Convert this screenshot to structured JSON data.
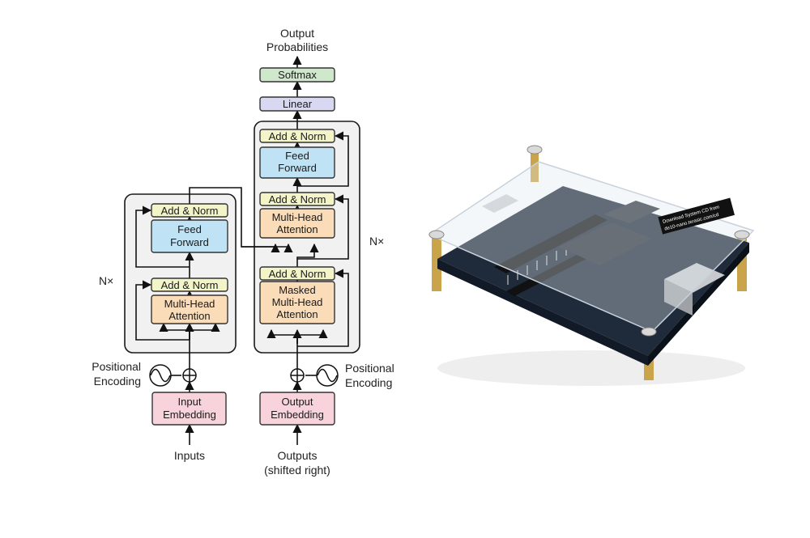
{
  "diagram": {
    "output_label_1": "Output",
    "output_label_2": "Probabilities",
    "softmax": "Softmax",
    "linear": "Linear",
    "add_norm": "Add & Norm",
    "feed_forward_1": "Feed",
    "feed_forward_2": "Forward",
    "mha_1": "Multi-Head",
    "mha_2": "Attention",
    "masked_1": "Masked",
    "masked_2": "Multi-Head",
    "masked_3": "Attention",
    "nx": "N×",
    "pos_enc_1": "Positional",
    "pos_enc_2": "Encoding",
    "input_emb_1": "Input",
    "input_emb_2": "Embedding",
    "output_emb_1": "Output",
    "output_emb_2": "Embedding",
    "inputs": "Inputs",
    "outputs_1": "Outputs",
    "outputs_2": "(shifted right)"
  },
  "board": {
    "label_1": "Download System CD from",
    "label_2": "de10-nano.terasic.com/cd"
  },
  "colors": {
    "add_norm": "#f3f5c9",
    "feed_forward": "#bfe3f5",
    "attention": "#fbdcb8",
    "embedding": "#f8d3dc",
    "linear": "#d8d8f2",
    "softmax": "#cfe8cc",
    "frame": "#f1f1f1"
  }
}
